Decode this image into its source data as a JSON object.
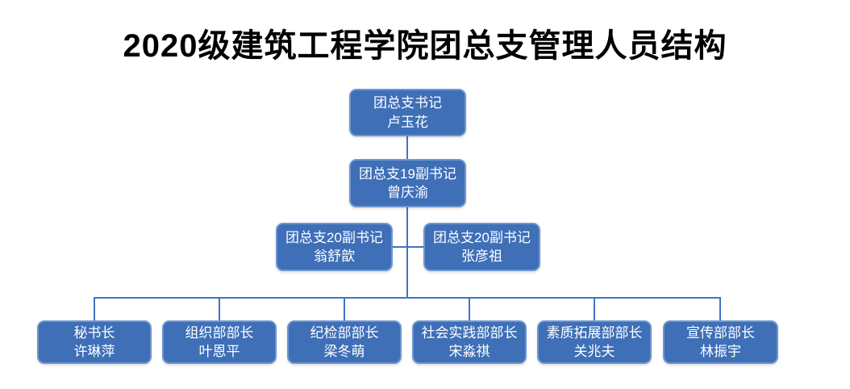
{
  "title": "2020级建筑工程学院团总支管理人员结构",
  "org": {
    "root": {
      "role": "团总支书记",
      "name": "卢玉花"
    },
    "deputy19": {
      "role": "团总支19副书记",
      "name": "曾庆渝"
    },
    "deputies20": [
      {
        "role": "团总支20副书记",
        "name": "翁舒歆"
      },
      {
        "role": "团总支20副书记",
        "name": "张彦祖"
      }
    ],
    "departments": [
      {
        "role": "秘书长",
        "name": "许琳萍"
      },
      {
        "role": "组织部部长",
        "name": "叶恩平"
      },
      {
        "role": "纪检部部长",
        "name": "梁冬萌"
      },
      {
        "role": "社会实践部部长",
        "name": "宋淼祺"
      },
      {
        "role": "素质拓展部部长",
        "name": "关兆夫"
      },
      {
        "role": "宣传部部长",
        "name": "林振宇"
      }
    ]
  },
  "colors": {
    "box_fill": "#3e6fb7",
    "box_border": "#6f96cf",
    "connector": "#4472c4",
    "box_text": "#ffffff",
    "title_color": "#000000",
    "bg": "#ffffff"
  }
}
